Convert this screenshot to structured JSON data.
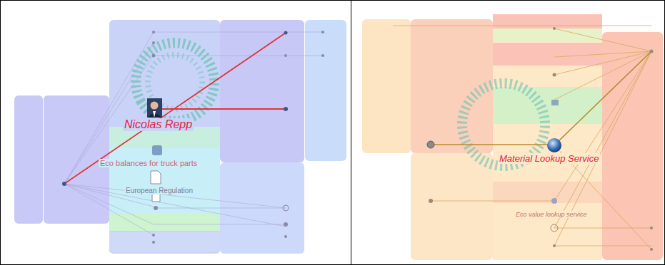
{
  "diagram": {
    "nodes": [
      {
        "text": [
          "Nicolas Repp"
        ]
      },
      {
        "text": [
          "Eco balances for truck parts"
        ]
      },
      {
        "text": [
          "European Regulation"
        ]
      },
      {
        "text": [
          "Material Lookup Service"
        ]
      },
      {
        "text": [
          "Eco value lookup service"
        ]
      }
    ]
  }
}
